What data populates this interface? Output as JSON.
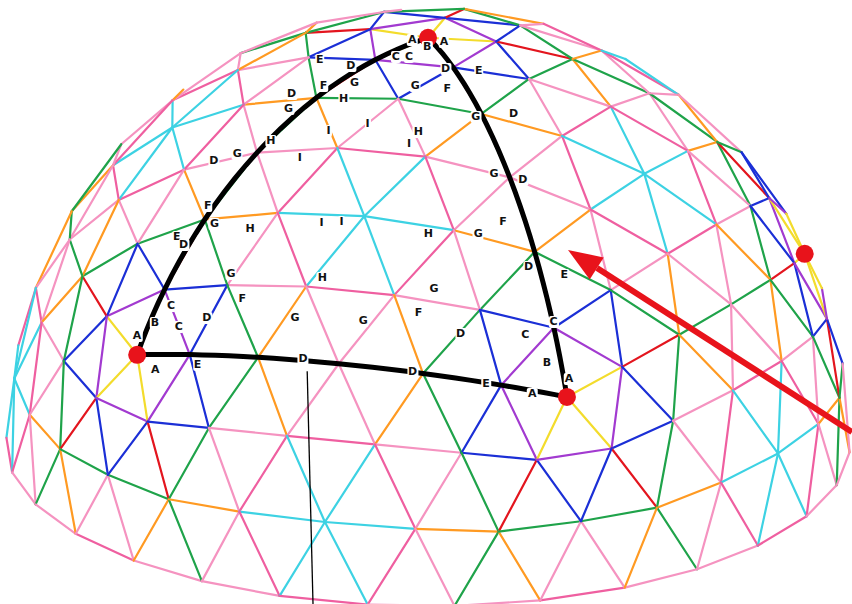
{
  "diagram": {
    "labels": [
      "A",
      "B",
      "A",
      "E",
      "C",
      "C",
      "D",
      "D",
      "E",
      "D",
      "F",
      "G",
      "G",
      "F",
      "D",
      "G",
      "H",
      "G",
      "D",
      "G",
      "H",
      "I",
      "I",
      "H",
      "I",
      "I",
      "G",
      "D",
      "F",
      "E",
      "D",
      "G",
      "H",
      "I",
      "I",
      "H",
      "G",
      "F",
      "D",
      "E",
      "C",
      "G",
      "H",
      "G",
      "C",
      "B",
      "C",
      "D",
      "F",
      "G",
      "G",
      "F",
      "D",
      "C",
      "B",
      "A",
      "A",
      "E",
      "D",
      "D",
      "E",
      "A",
      "A"
    ]
  }
}
